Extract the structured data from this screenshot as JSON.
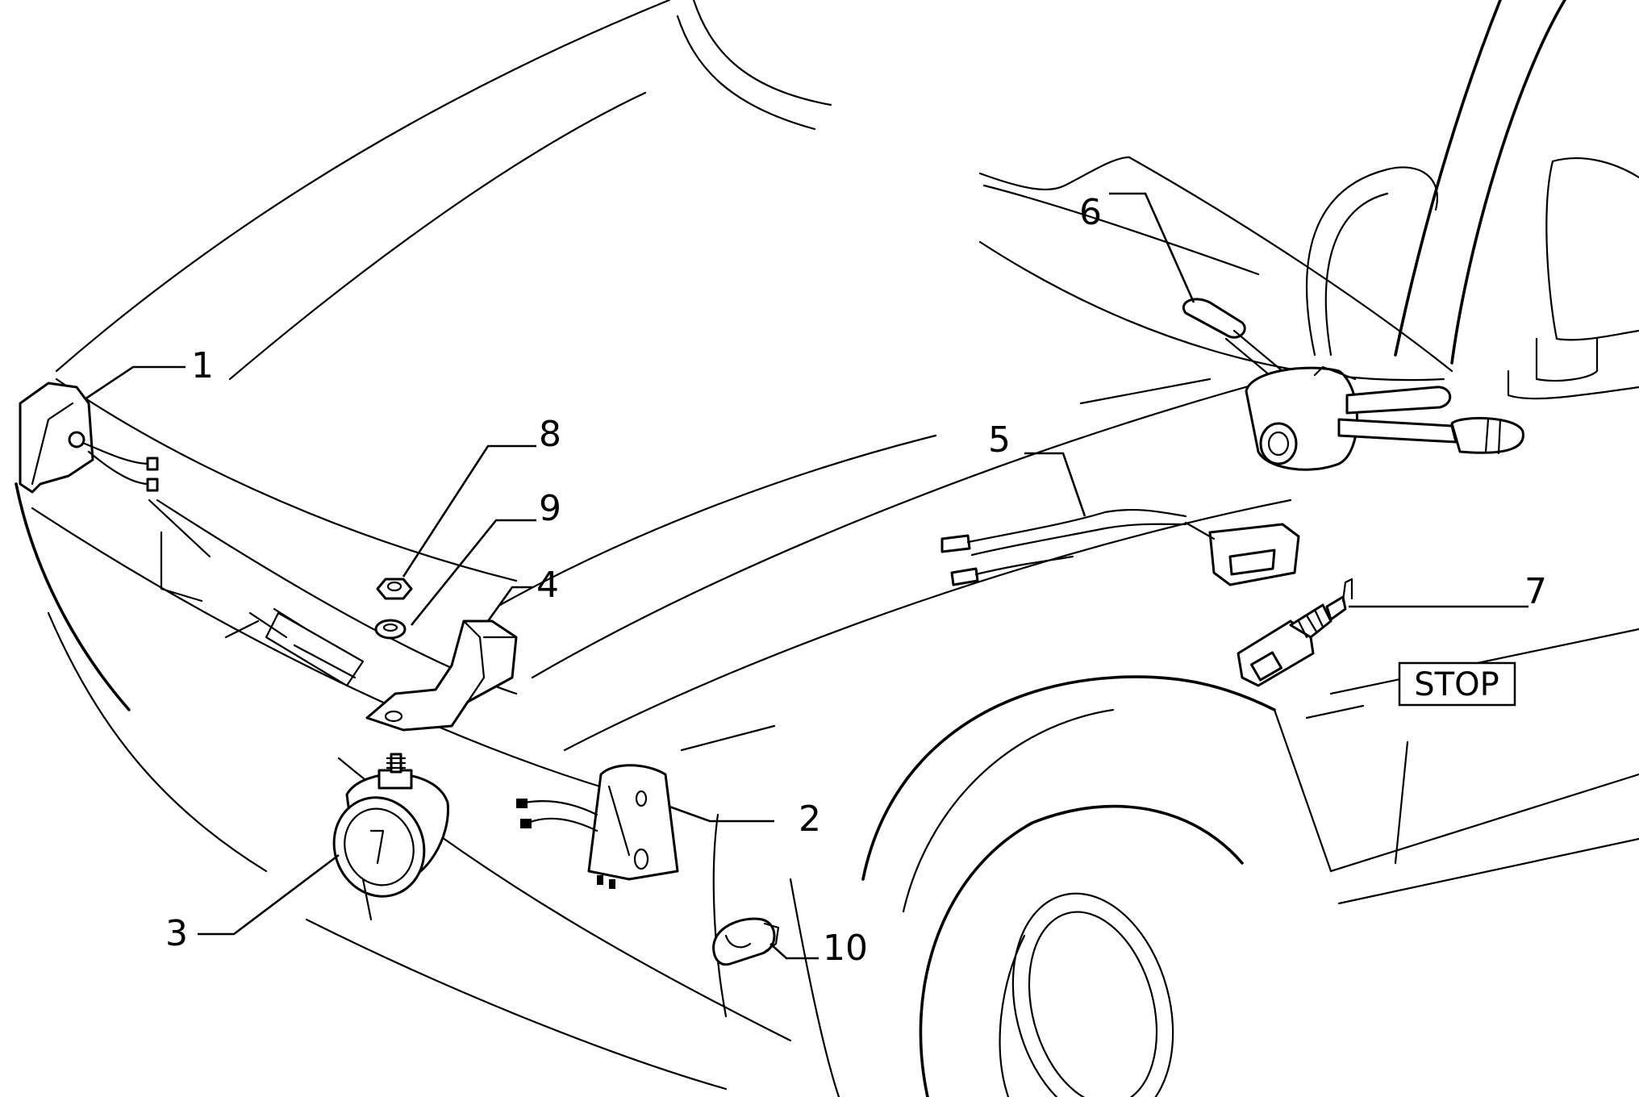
{
  "callouts": [
    {
      "id": "1",
      "label": "1"
    },
    {
      "id": "2",
      "label": "2"
    },
    {
      "id": "3",
      "label": "3"
    },
    {
      "id": "4",
      "label": "4"
    },
    {
      "id": "5",
      "label": "5"
    },
    {
      "id": "6",
      "label": "6"
    },
    {
      "id": "7",
      "label": "7"
    },
    {
      "id": "8",
      "label": "8"
    },
    {
      "id": "9",
      "label": "9"
    },
    {
      "id": "10",
      "label": "10"
    }
  ],
  "stop_label": "STOP"
}
